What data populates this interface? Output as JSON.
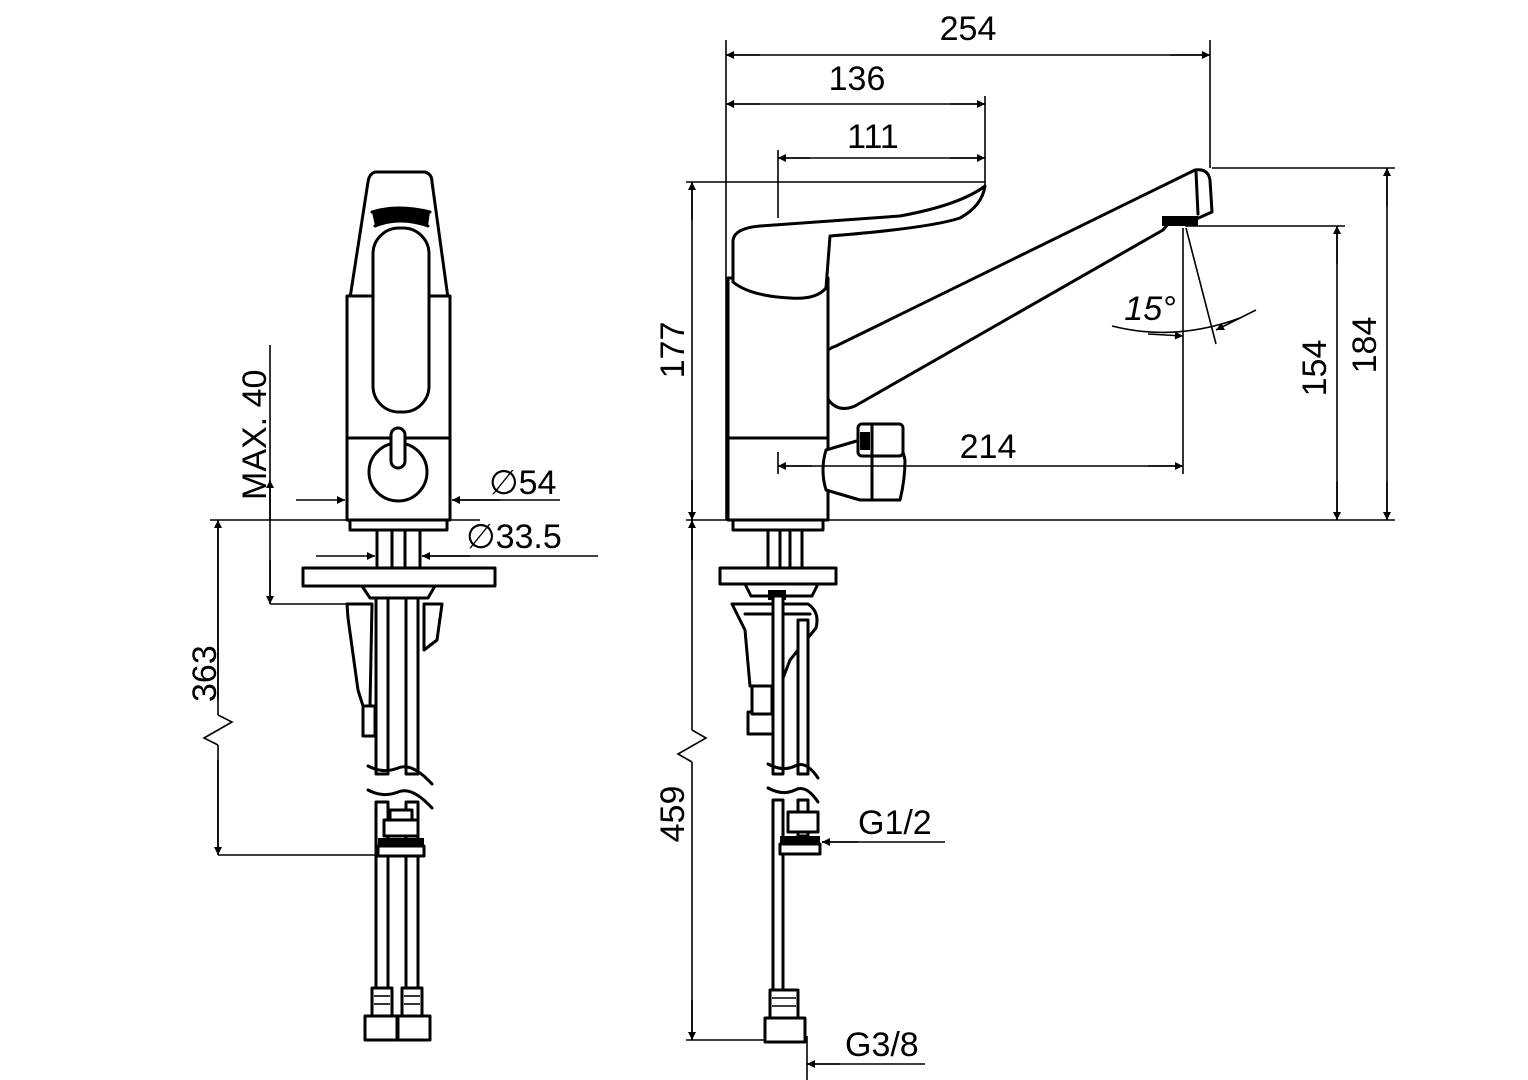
{
  "dimensions": {
    "overall_reach": "254",
    "handle_reach": "136",
    "handle_length": "111",
    "height_handle": "177",
    "height_spout": "154",
    "height_total": "184",
    "spout_projection": "214",
    "max_thickness": "MAX. 40",
    "body_diameter": "∅54",
    "shank_diameter": "∅33.5",
    "hose_length_front": "363",
    "hose_length_side": "459",
    "angle": "15°",
    "thread_large": "G1/2",
    "thread_small": "G3/8"
  }
}
